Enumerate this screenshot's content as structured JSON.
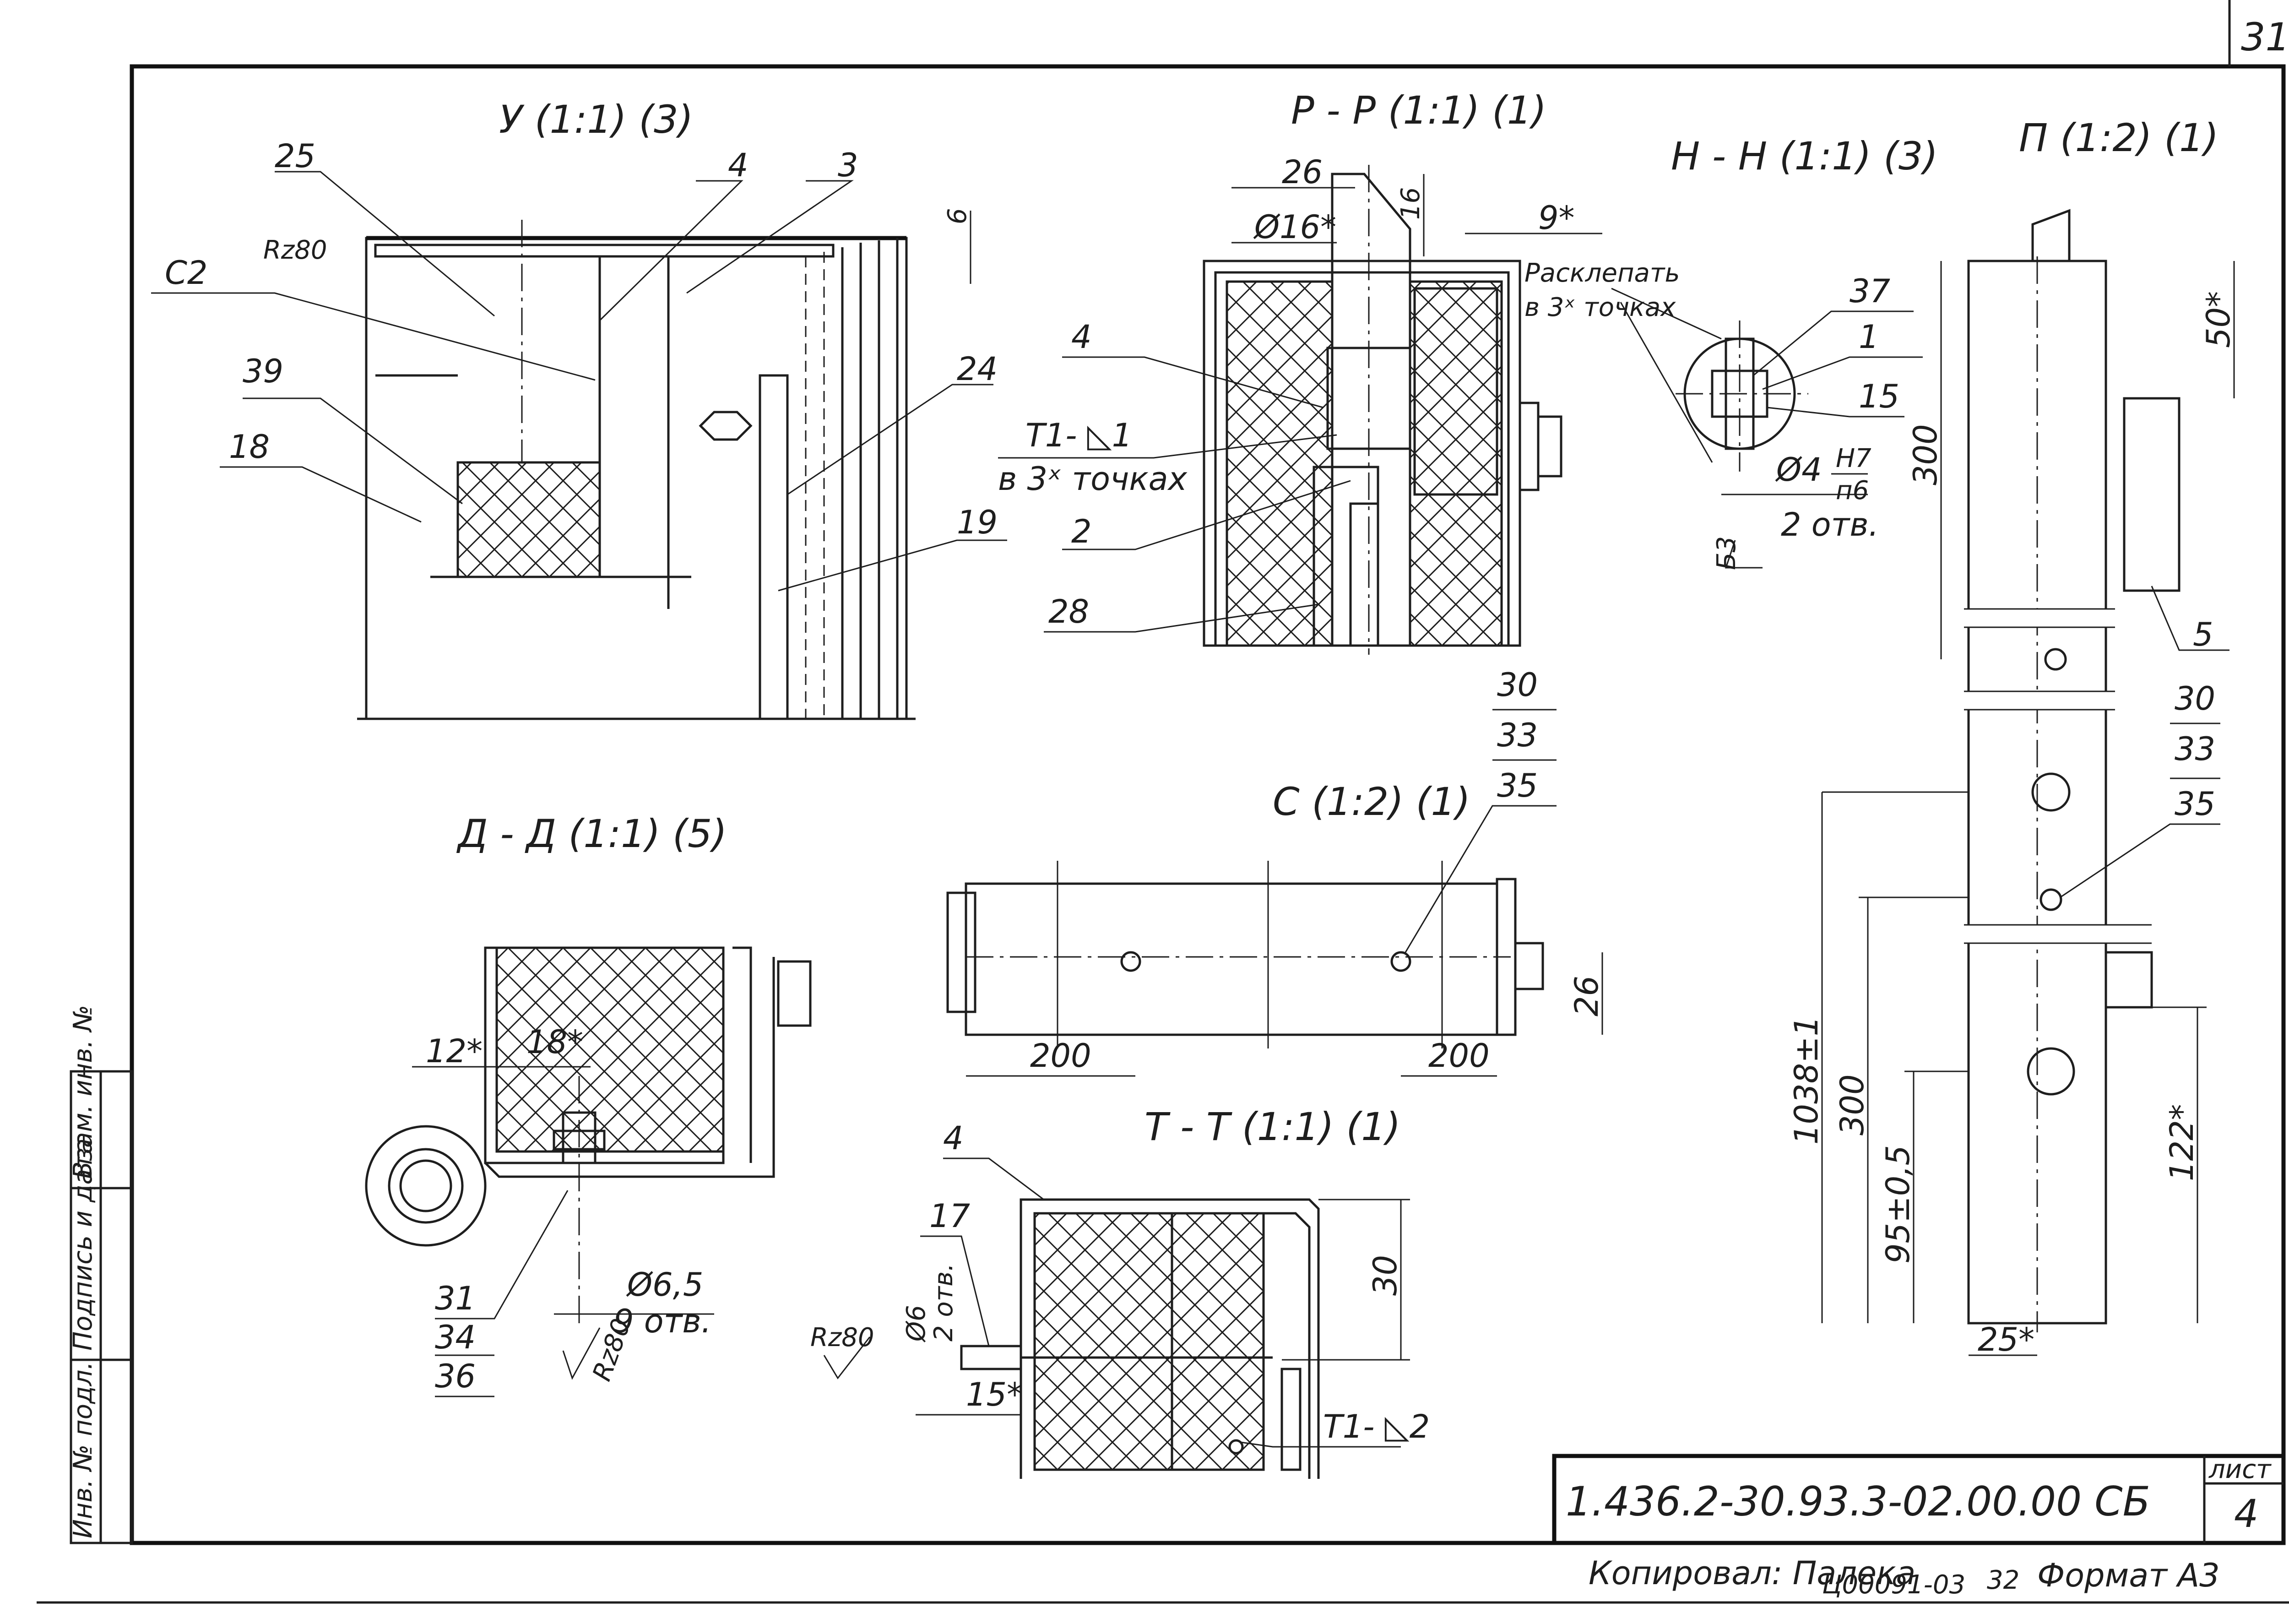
{
  "sheet": {
    "corner_number": "31",
    "document_code": "1.436.2-30.93.3-02.00.00 СБ",
    "sheet_label": "лист",
    "sheet_number": "4",
    "footer_copied": "Копировал: Палека",
    "footer_order": "Ц00091-03",
    "footer_page": "32",
    "footer_format": "Формат А3",
    "side_stamp": [
      "Инв. № подл.",
      "Подпись и дата",
      "Взам. инв. №"
    ]
  },
  "views": {
    "u": {
      "title": "У (1:1) (3)",
      "labels": [
        "25",
        "4",
        "3",
        "С2",
        "Rz80",
        "39",
        "18",
        "24",
        "19"
      ],
      "dimension": "6"
    },
    "rr": {
      "title": "Р - Р (1:1) (1)",
      "labels": [
        "26",
        "Ø16*",
        "16",
        "9*",
        "4",
        "Т1- ◺1",
        "в 3ˣ точках",
        "2",
        "28"
      ],
      "note_line1": "Расклепать",
      "note_line2": "в 3ˣ точках"
    },
    "hh": {
      "title": "Н - Н (1:1) (3)",
      "labels": [
        "37",
        "1",
        "15"
      ],
      "hole_dim": "Ø4",
      "fit_num": "H7",
      "fit_den": "п6",
      "holes": "2 отв.",
      "weld": "Б3"
    },
    "p": {
      "title": "П (1:2) (1)",
      "labels": [
        "50*",
        "300",
        "5",
        "30",
        "33",
        "35",
        "1038±1",
        "300",
        "95±0,5",
        "122*",
        "25*"
      ]
    },
    "dd": {
      "title": "Д - Д (1:1) (5)",
      "labels": [
        "12*",
        "18*",
        "Ø6,5",
        "9 отв.",
        "31",
        "34",
        "36",
        "Rz80"
      ]
    },
    "c": {
      "title": "С (1:2) (1)",
      "labels": [
        "30",
        "33",
        "35",
        "200",
        "200",
        "26"
      ]
    },
    "tt": {
      "title": "Т - Т (1:1) (1)",
      "labels": [
        "4",
        "17",
        "Ø6",
        "2 отв.",
        "Rz80",
        "15*",
        "30",
        "Т1- ◺2"
      ]
    }
  }
}
